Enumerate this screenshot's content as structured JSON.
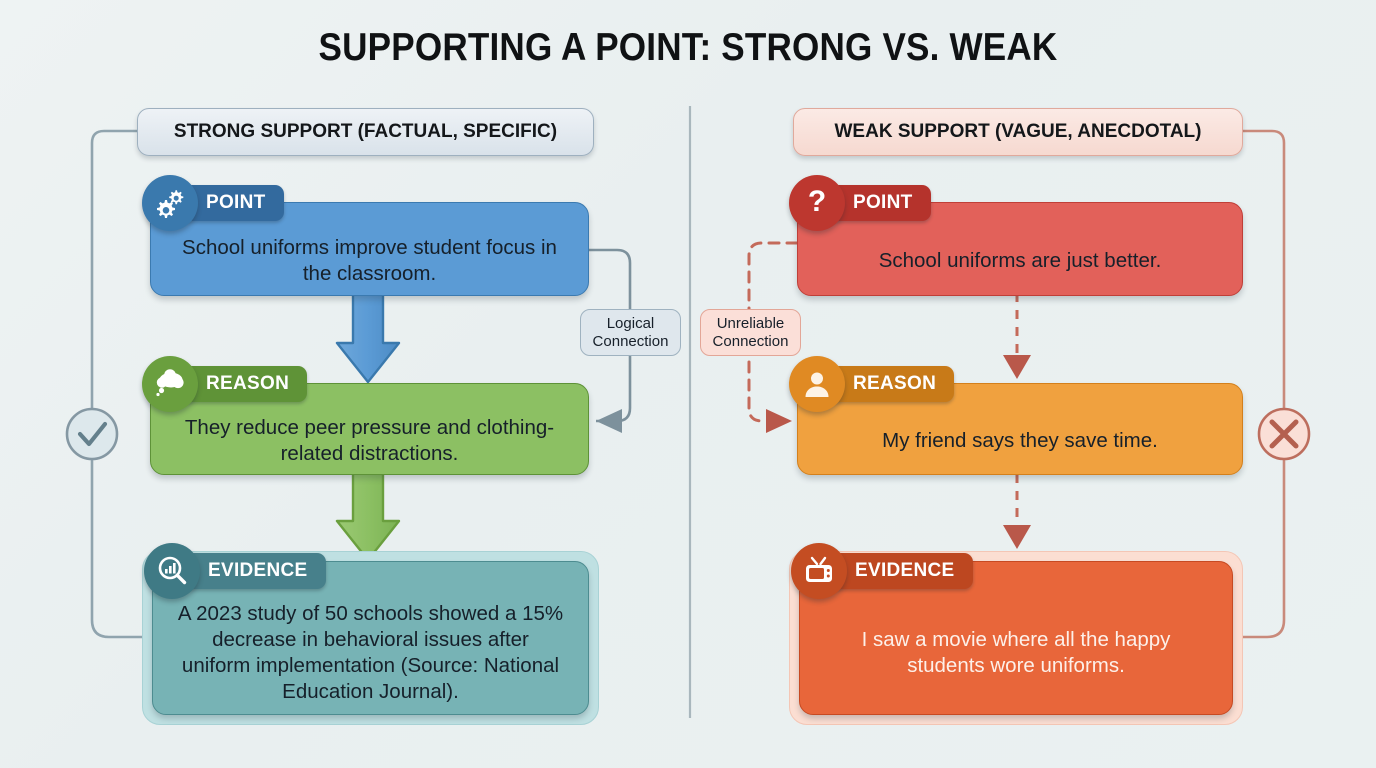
{
  "title": "SUPPORTING A POINT: STRONG VS. WEAK",
  "divider": "vertical-divider",
  "columns": {
    "left": {
      "header": "STRONG SUPPORT (FACTUAL, SPECIFIC)",
      "verdict_icon": "check-circle-icon",
      "connector_label_line1": "Logical",
      "connector_label_line2": "Connection",
      "accent": "#5b9bd5",
      "cards": [
        {
          "tab": "POINT",
          "icon": "gears-icon",
          "text": "School uniforms improve student focus in the classroom.",
          "color": "#5b9bd5"
        },
        {
          "tab": "REASON",
          "icon": "thought-cloud-icon",
          "text": "They reduce peer pressure and clothing-related distractions.",
          "color": "#8cc063"
        },
        {
          "tab": "EVIDENCE",
          "icon": "magnifier-chart-icon",
          "text": "A 2023 study of 50 schools showed a 15% decrease in behavioral issues after uniform implementation (Source: National Education Journal).",
          "color": "#77b3b5"
        }
      ]
    },
    "right": {
      "header": "WEAK SUPPORT (VAGUE, ANECDOTAL)",
      "verdict_icon": "x-circle-icon",
      "connector_label_line1": "Unreliable",
      "connector_label_line2": "Connection",
      "accent": "#e2615a",
      "cards": [
        {
          "tab": "POINT",
          "icon": "question-mark-icon",
          "text": "School uniforms are just better.",
          "color": "#e2615a"
        },
        {
          "tab": "REASON",
          "icon": "person-icon",
          "text": "My friend says they save time.",
          "color": "#f0a13f"
        },
        {
          "tab": "EVIDENCE",
          "icon": "television-icon",
          "text": "I saw a movie where all the happy students wore uniforms.",
          "color": "#e8663a"
        }
      ]
    }
  }
}
